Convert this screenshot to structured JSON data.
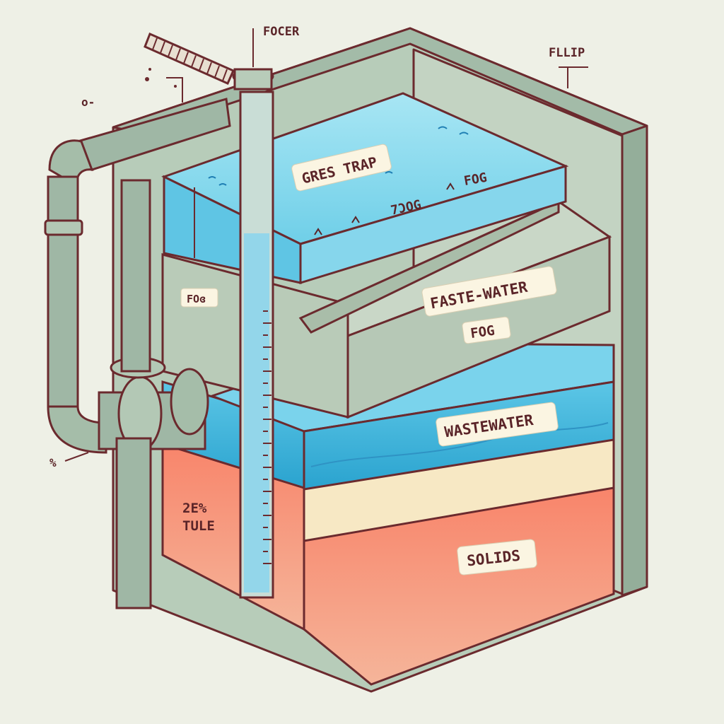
{
  "labels": {
    "pointer_top": "FOCER",
    "pointer_right": "FLLIP",
    "left_tick": "o-",
    "left_percent": "%",
    "title_tag": "GRES TRAP",
    "fog_code": "7ƆOG",
    "fog_top": "FOG",
    "fog_left": "FOɞ",
    "waste_tag_line1": "FASTE-WATER",
    "waste_tag_line2": "FOG",
    "wastewater_tag": "WASTEWATER",
    "solids_tag": "SOLIDS",
    "gauge_line1": "2E%",
    "gauge_line2": "TULE"
  },
  "colors": {
    "outline": "#6b2a2e",
    "tank": "#a9c1ae",
    "pipe": "#9fb7a5",
    "water_top": "#8ad9ec",
    "water_deep": "#3fb3d8",
    "sand": "#f6e6c0",
    "solids": "#f47a5e"
  }
}
